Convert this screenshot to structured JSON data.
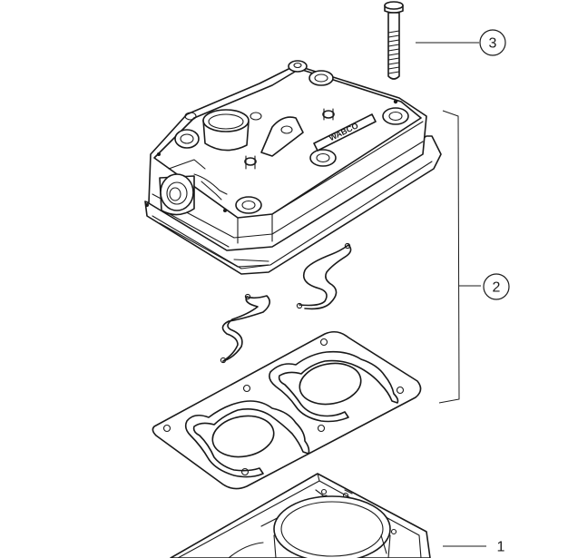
{
  "callouts": [
    {
      "id": "bolt",
      "number": "3"
    },
    {
      "id": "cylinder-head-kit",
      "number": "2"
    },
    {
      "id": "base-plate",
      "number": "1"
    }
  ],
  "logo_text": "WABCO"
}
